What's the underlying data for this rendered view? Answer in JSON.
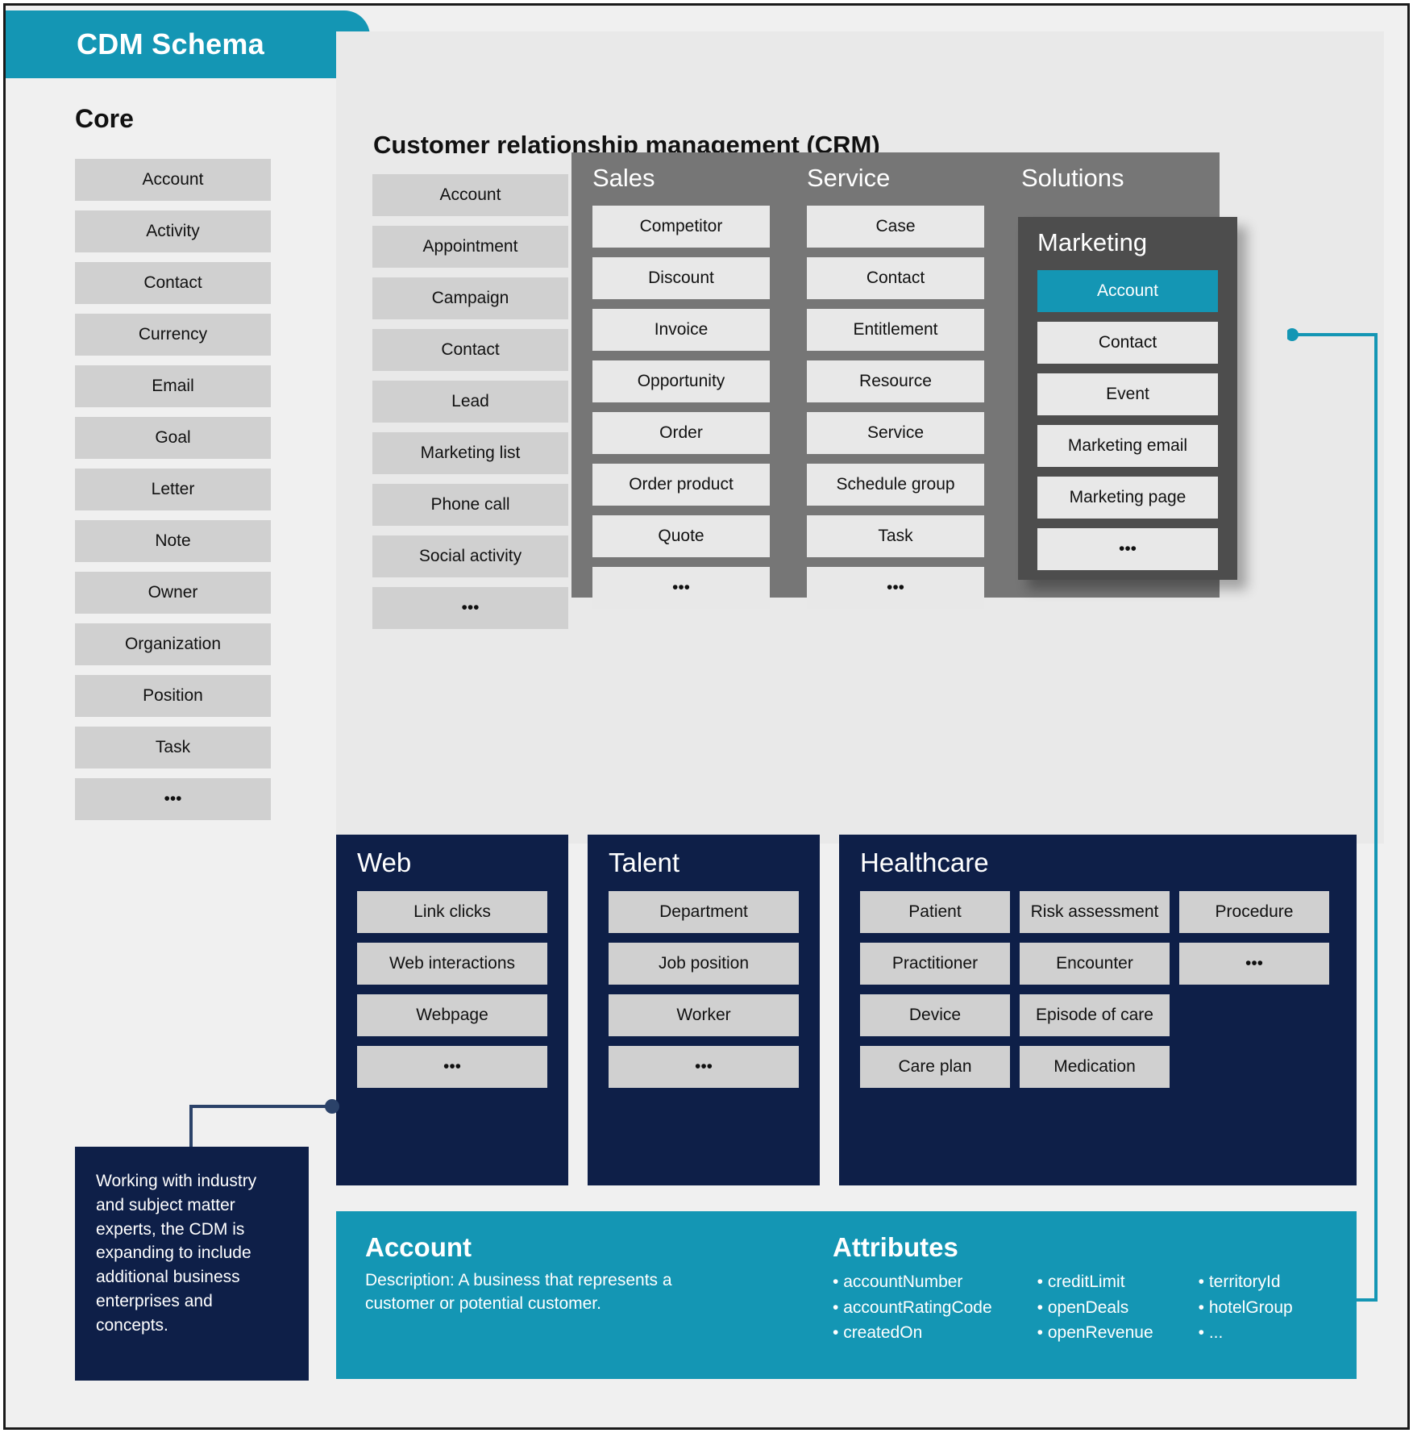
{
  "title": "CDM Schema",
  "core": {
    "heading": "Core",
    "items": [
      "Account",
      "Activity",
      "Contact",
      "Currency",
      "Email",
      "Goal",
      "Letter",
      "Note",
      "Owner",
      "Organization",
      "Position",
      "Task",
      "•••"
    ]
  },
  "crm": {
    "title": "Customer relationship management (CRM)",
    "general": [
      "Account",
      "Appointment",
      "Campaign",
      "Contact",
      "Lead",
      "Marketing list",
      "Phone call",
      "Social activity",
      "•••"
    ],
    "sales": {
      "title": "Sales",
      "items": [
        "Competitor",
        "Discount",
        "Invoice",
        "Opportunity",
        "Order",
        "Order product",
        "Quote",
        "•••"
      ]
    },
    "service": {
      "title": "Service",
      "items": [
        "Case",
        "Contact",
        "Entitlement",
        "Resource",
        "Service",
        "Schedule group",
        "Task",
        "•••"
      ]
    },
    "solutions": {
      "title": "Solutions"
    },
    "marketing": {
      "title": "Marketing",
      "items": [
        "Account",
        "Contact",
        "Event",
        "Marketing email",
        "Marketing page",
        "•••"
      ],
      "highlighted": "Account",
      "highlight_color": "#1496b4"
    }
  },
  "web": {
    "title": "Web",
    "items": [
      "Link clicks",
      "Web interactions",
      "Webpage",
      "•••"
    ]
  },
  "talent": {
    "title": "Talent",
    "items": [
      "Department",
      "Job position",
      "Worker",
      "•••"
    ]
  },
  "healthcare": {
    "title": "Healthcare",
    "cells": [
      "Patient",
      "Risk assessment",
      "Procedure",
      "Practitioner",
      "Encounter",
      "•••",
      "Device",
      "Episode of care",
      "",
      "Care plan",
      "Medication",
      ""
    ]
  },
  "callout": {
    "text": "Working with industry and subject matter experts, the CDM is expanding to include additional business enterprises and concepts."
  },
  "detail": {
    "heading": "Account",
    "description": "Description: A business that represents a customer or potential customer.",
    "attributes_heading": "Attributes",
    "attributes_col1": [
      "accountNumber",
      "accountRatingCode",
      "createdOn"
    ],
    "attributes_col2": [
      "creditLimit",
      "openDeals",
      "openRevenue"
    ],
    "attributes_col3": [
      "territoryId",
      "hotelGroup",
      "..."
    ]
  },
  "colors": {
    "accent": "#1496b4",
    "navy": "#0e1f48",
    "panel_grey": "#767676",
    "panel_dark_grey": "#4d4d4d",
    "chip_grey": "#d0d0d0",
    "background": "#f0f0f0"
  }
}
